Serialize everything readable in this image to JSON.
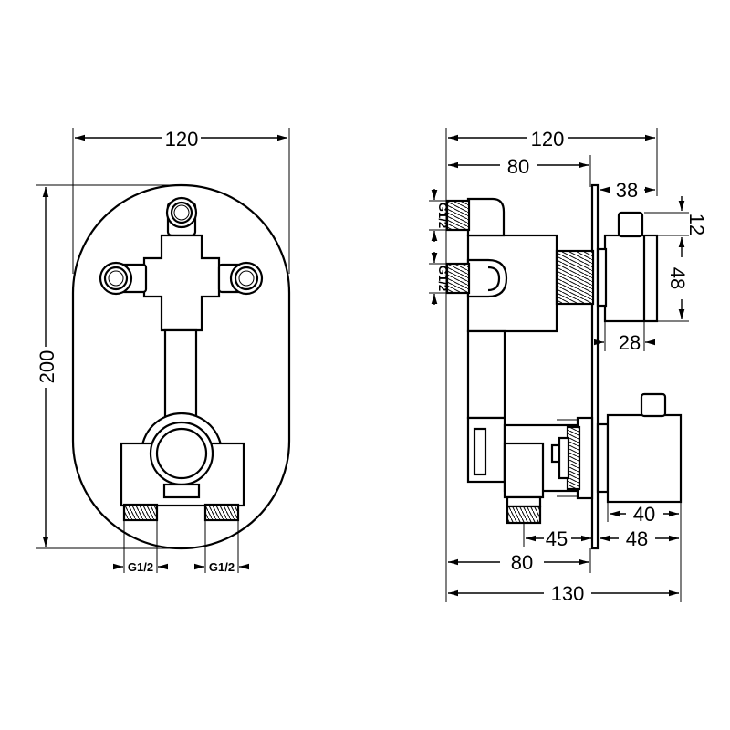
{
  "front_view": {
    "width_label": "120",
    "height_label": "200",
    "thread_left": "G1/2",
    "thread_right": "G1/2"
  },
  "side_view": {
    "total_width_label": "120",
    "body_depth_label": "80",
    "knob_depth_label": "38",
    "knob_offset_label": "12",
    "knob_height_label": "48",
    "knob_diameter_label": "28",
    "lower_knob_label": "40",
    "outlet_label": "45",
    "lower_knob_depth_label": "48",
    "bottom_depth_label": "80",
    "overall_depth_label": "130",
    "thread_top": "G1/2",
    "thread_mid": "G1/2"
  }
}
